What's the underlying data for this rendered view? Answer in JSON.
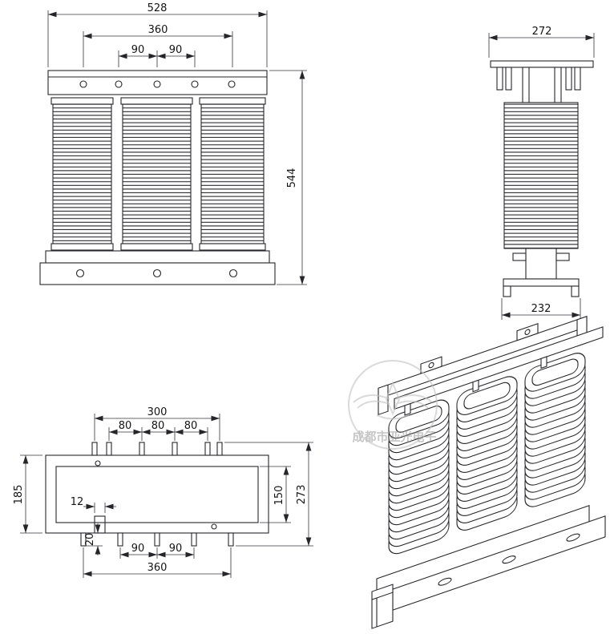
{
  "drawing": {
    "front_view": {
      "dim_528": "528",
      "dim_360": "360",
      "dim_90_left": "90",
      "dim_90_right": "90",
      "dim_544": "544"
    },
    "side_view": {
      "dim_272": "272",
      "dim_232": "232"
    },
    "top_view": {
      "dim_300": "300",
      "dim_80_1": "80",
      "dim_80_2": "80",
      "dim_80_3": "80",
      "dim_185": "185",
      "dim_12": "12",
      "dim_150": "150",
      "dim_273": "273",
      "dim_20": "20",
      "dim_90_1": "90",
      "dim_90_2": "90",
      "dim_360": "360"
    },
    "watermark": {
      "company": "成都市亚光电子"
    }
  }
}
